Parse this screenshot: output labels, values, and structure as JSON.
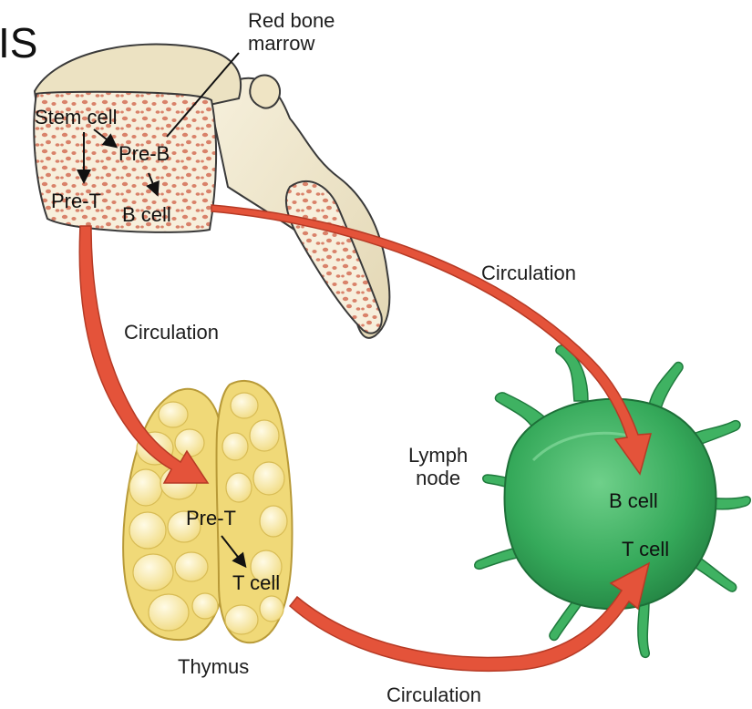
{
  "slide_fragment": "IS",
  "labels": {
    "red_bone_marrow": "Red bone\nmarrow",
    "stem_cell": "Stem cell",
    "pre_b": "Pre-B",
    "pre_t_marrow": "Pre-T",
    "b_cell_marrow": "B cell",
    "circulation_top_right": "Circulation",
    "circulation_left": "Circulation",
    "circulation_bottom": "Circulation",
    "thymus": "Thymus",
    "pre_t_thymus": "Pre-T",
    "t_cell_thymus": "T cell",
    "lymph_node": "Lymph\nnode",
    "b_cell_node": "B cell",
    "t_cell_node": "T cell"
  },
  "colors": {
    "bone_fill": "#efe7cf",
    "bone_outline": "#3a3a3a",
    "marrow_dots": "#d9826a",
    "arrow_fill": "#e4533a",
    "thymus_fill": "#f1dc8a",
    "thymus_lobule": "#fbf1c4",
    "node_fill": "#38b05e",
    "node_dark": "#1f7a3d"
  },
  "icons": [
    "bone-marrow-illustration",
    "thymus-illustration",
    "lymph-node-illustration"
  ]
}
